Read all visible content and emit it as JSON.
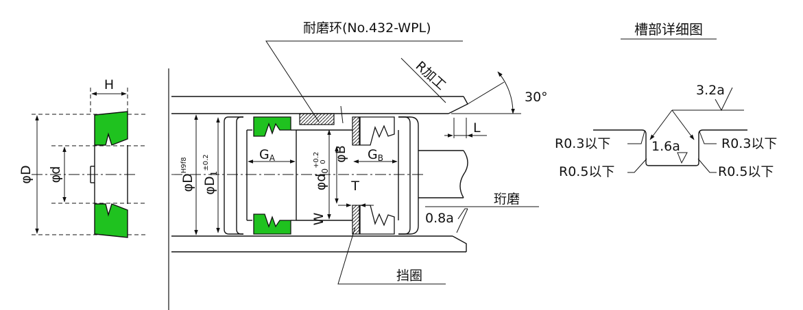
{
  "colors": {
    "seal": "#1fc21f",
    "line": "#111111",
    "background": "#ffffff"
  },
  "callouts": {
    "wear_ring": "耐磨环(No.432-WPL)",
    "r_machining": "R加工",
    "angle": "30°",
    "length_L": "L",
    "honing": "珩磨",
    "surface_honed": "0.8a",
    "backup_ring": "挡圈"
  },
  "dimensions": {
    "H": "H",
    "phi_D": "φD",
    "phi_d": "φd",
    "phi_DH": {
      "main": "φD",
      "sup": "H9f8"
    },
    "phi_D1": {
      "main": "φD",
      "sub": "1",
      "sup": "±0.2"
    },
    "phi_d0": {
      "main": "φd",
      "sub": "0",
      "sup": "+0.2",
      "sup2": "0"
    },
    "phi_B": "φB",
    "GA": {
      "main": "G",
      "sub": "A"
    },
    "GB": {
      "main": "G",
      "sub": "B"
    },
    "W": "W",
    "T": "T"
  },
  "groove_detail": {
    "title": "槽部详细图",
    "roughness_top": "3.2a",
    "roughness_bottom": "1.6a",
    "r03_left": "R0.3以下",
    "r03_right": "R0.3以下",
    "r05_left": "R0.5以下",
    "r05_right": "R0.5以下"
  }
}
